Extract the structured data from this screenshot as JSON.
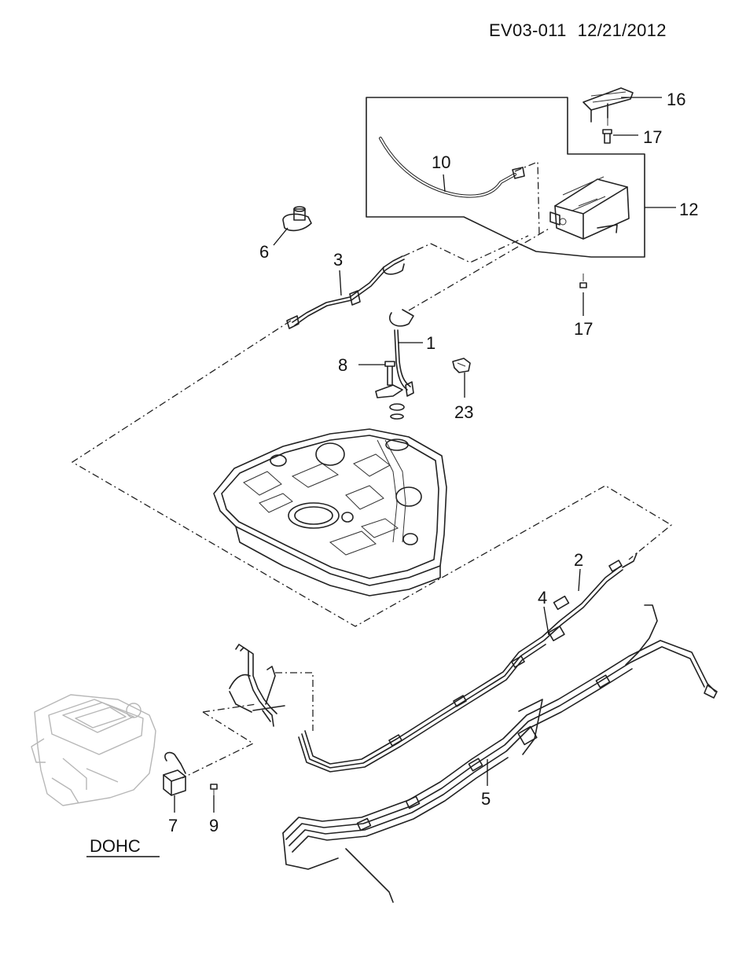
{
  "header": {
    "code": "EV03-011",
    "date": "12/21/2012"
  },
  "callouts": [
    "16",
    "17",
    "10",
    "12",
    "6",
    "3",
    "17",
    "1",
    "8",
    "23",
    "2",
    "4",
    "5",
    "7",
    "9"
  ],
  "caption": "DOHC"
}
